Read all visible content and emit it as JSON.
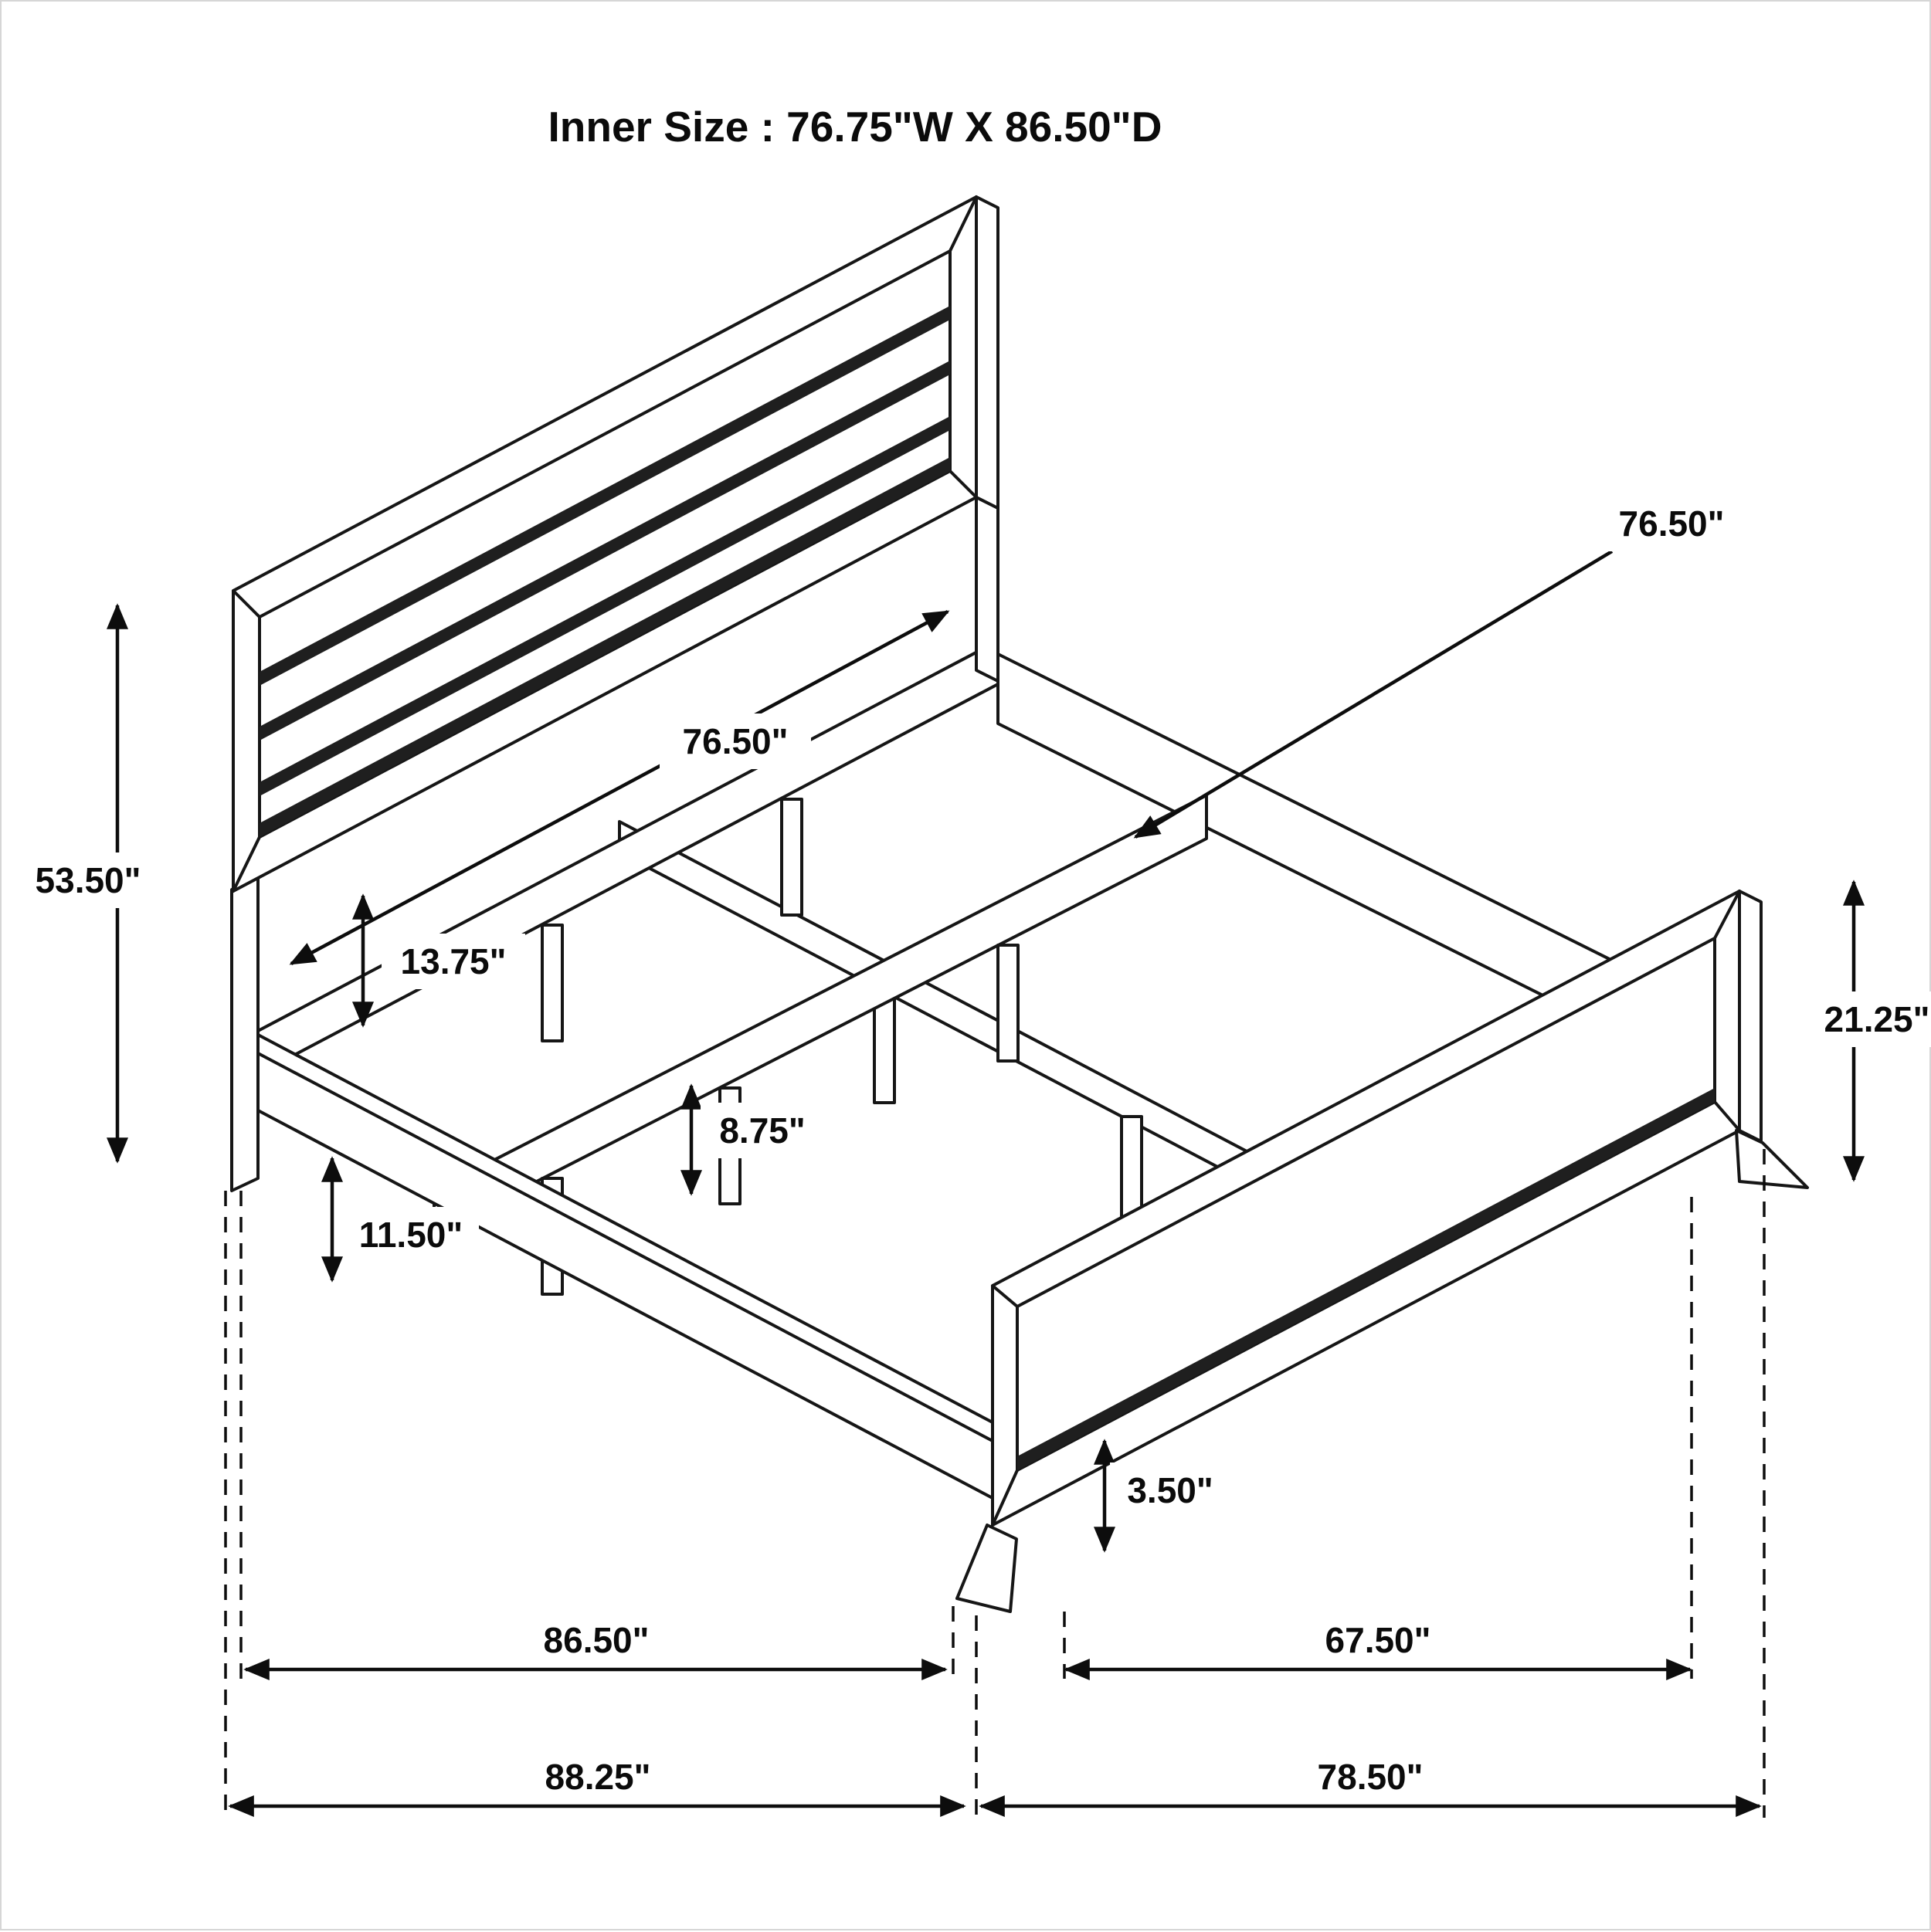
{
  "title": "Inner Size : 76.75\"W X 86.50\"D",
  "dimensions": {
    "headboard_height": "53.50\"",
    "center_rail_width_a": "76.50\"",
    "center_rail_width_b": "76.50\"",
    "headboard_bottom_offset": "13.75\"",
    "support_leg_height": "8.75\"",
    "rail_floor_clearance": "11.50\"",
    "footboard_height": "21.25\"",
    "foot_leg_height": "3.50\"",
    "headboard_side_span": "86.50\"",
    "footboard_inner_span": "67.50\"",
    "overall_depth": "88.25\"",
    "overall_width": "78.50\""
  }
}
